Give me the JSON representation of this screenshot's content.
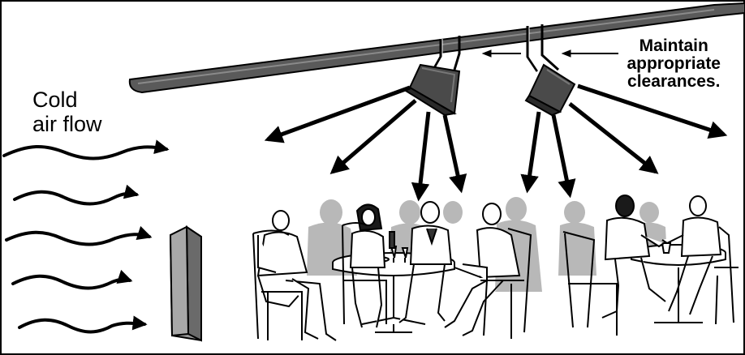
{
  "labels": {
    "cold_air_line1": "Cold",
    "cold_air_line2": "air flow",
    "clearance_line1": "Maintain",
    "clearance_line2": "appropriate",
    "clearance_line3": "clearances."
  },
  "colors": {
    "ink": "#000000",
    "beam": "#5a5a5a",
    "heater": "#4a4a4a",
    "shadow": "#b8b8b8",
    "panel": "#8a8a8a",
    "background": "#ffffff"
  },
  "icons": {
    "heater": "infrared-heater-icon",
    "air_flow": "wavy-arrow-icon",
    "radiant": "radiant-arrow-icon",
    "clearance": "clearance-arrow-icon"
  }
}
